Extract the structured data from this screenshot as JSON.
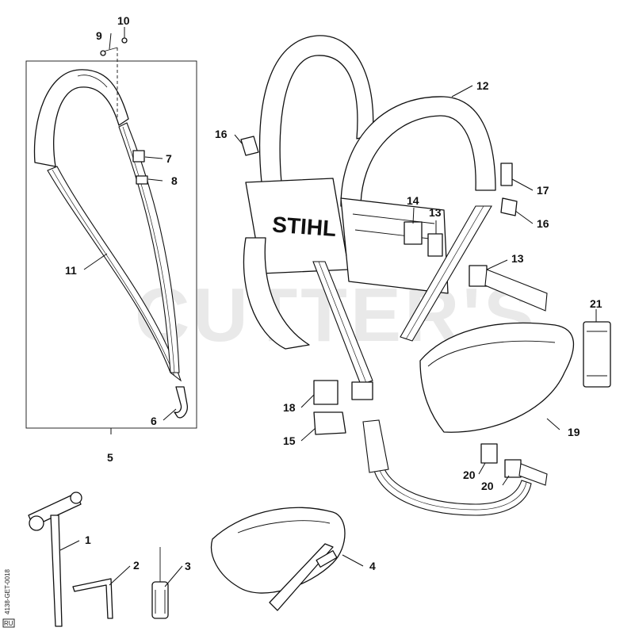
{
  "watermark": "CUTTER'S",
  "brand_logo": "STIHL",
  "doc_id": "4138-GET-0018",
  "doc_badge": "RU",
  "callouts": {
    "c1": "1",
    "c2": "2",
    "c3": "3",
    "c4": "4",
    "c5": "5",
    "c6": "6",
    "c7": "7",
    "c8": "8",
    "c9": "9",
    "c10": "10",
    "c11": "11",
    "c12": "12",
    "c13a": "13",
    "c13b": "13",
    "c14": "14",
    "c15": "15",
    "c16a": "16",
    "c16b": "16",
    "c17": "17",
    "c18": "18",
    "c19": "19",
    "c20a": "20",
    "c20b": "20",
    "c21": "21"
  }
}
